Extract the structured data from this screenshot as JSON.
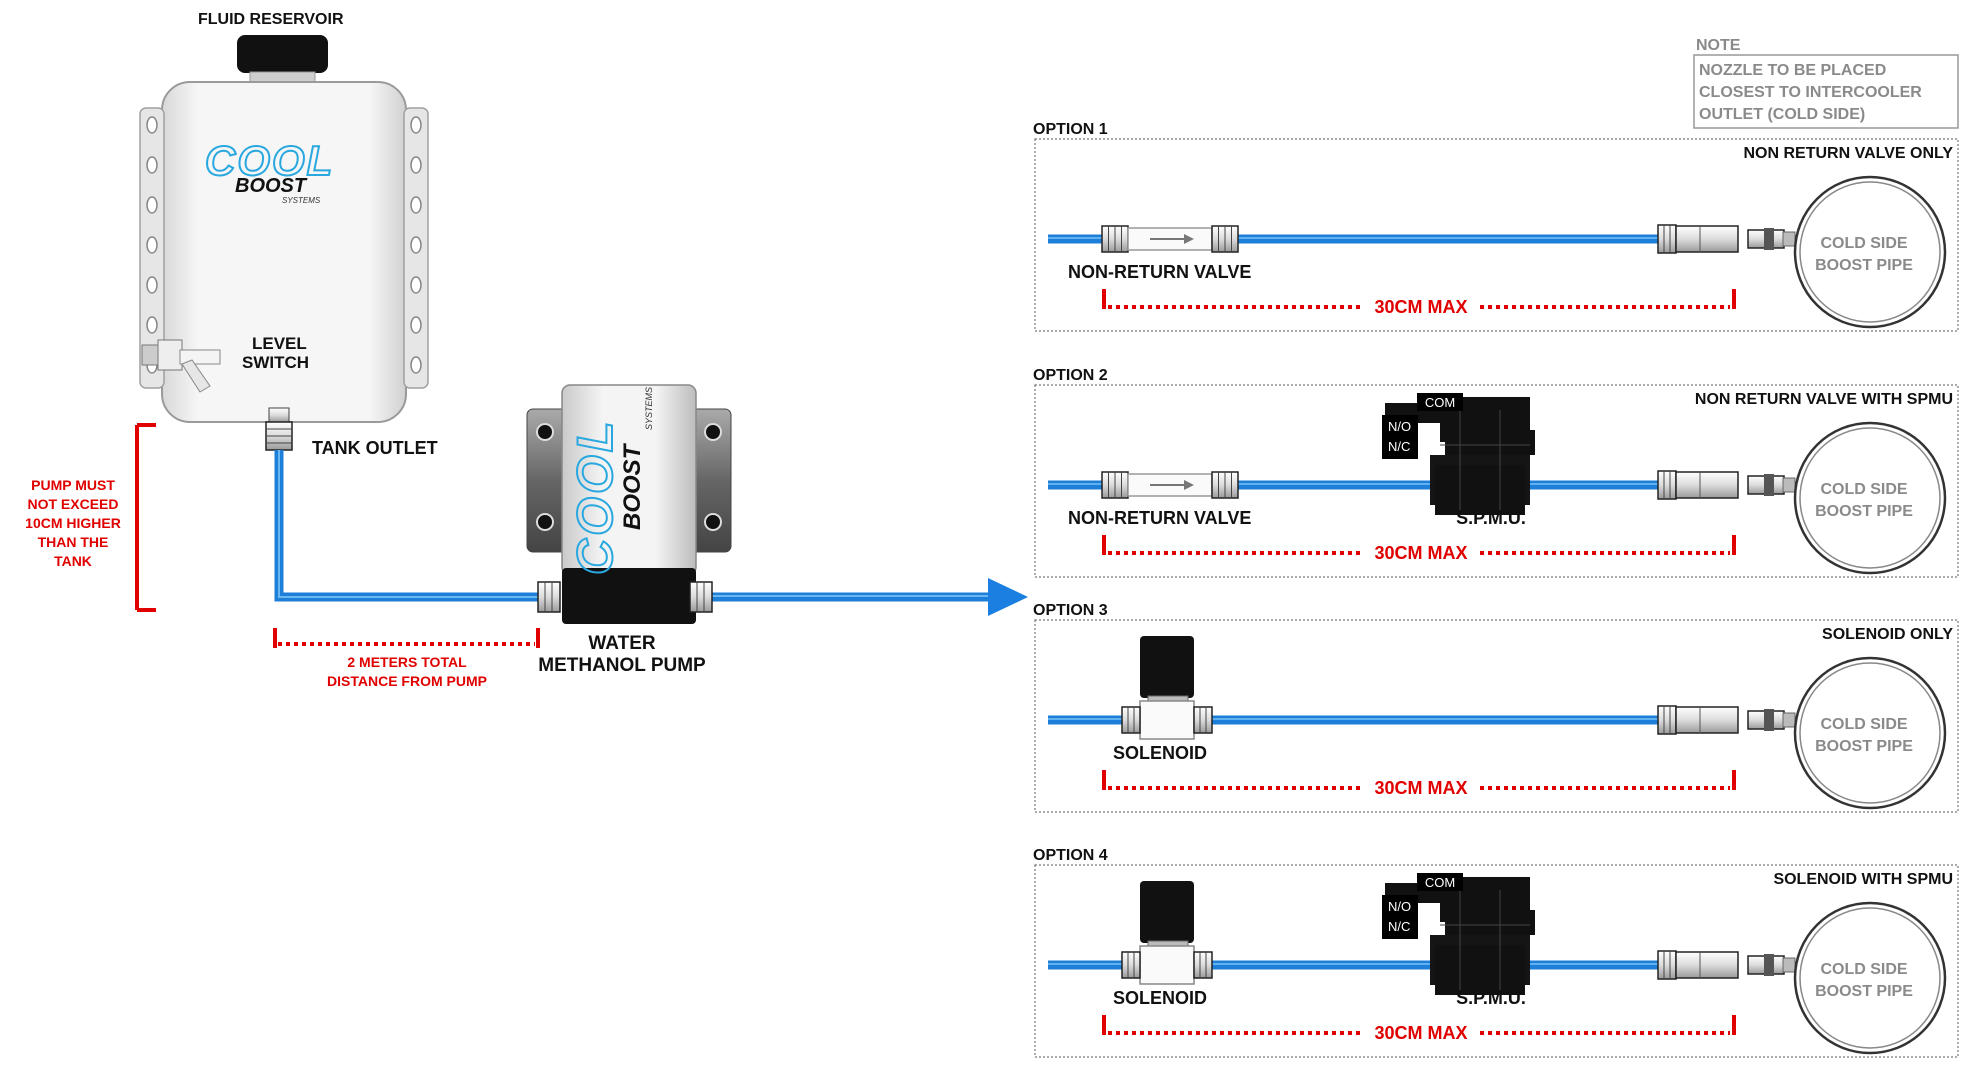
{
  "reservoir": {
    "title": "FLUID RESERVOIR",
    "logo_main": "COOL",
    "logo_sub": "BOOST",
    "logo_small": "SYSTEMS",
    "level_switch_label": [
      "LEVEL",
      "SWITCH"
    ],
    "tank_outlet_label": "TANK OUTLET"
  },
  "pump": {
    "label": [
      "WATER",
      "METHANOL PUMP"
    ],
    "logo_main": "COOL",
    "logo_sub": "BOOST",
    "logo_small": "SYSTEMS"
  },
  "warnings": {
    "height_note": [
      "PUMP MUST",
      "NOT EXCEED",
      "10CM HIGHER",
      "THAN THE",
      "TANK"
    ],
    "distance_note": [
      "2 METERS TOTAL",
      "DISTANCE FROM PUMP"
    ]
  },
  "note": {
    "title": "NOTE",
    "lines": [
      "NOZZLE TO BE PLACED",
      "CLOSEST TO INTERCOOLER",
      "OUTLET (COLD SIDE)"
    ]
  },
  "options": [
    {
      "title": "OPTION 1",
      "subtitle": "NON RETURN VALVE ONLY",
      "component": "valve",
      "component_label": "NON-RETURN VALVE",
      "spmu": false,
      "max_label": "30CM MAX",
      "pipe_label": [
        "COLD SIDE",
        "BOOST PIPE"
      ]
    },
    {
      "title": "OPTION 2",
      "subtitle": "NON RETURN VALVE WITH SPMU",
      "component": "valve",
      "component_label": "NON-RETURN VALVE",
      "spmu": true,
      "spmu_label": "S.P.M.U.",
      "spmu_ports": [
        "COM",
        "N/O",
        "N/C"
      ],
      "max_label": "30CM MAX",
      "pipe_label": [
        "COLD SIDE",
        "BOOST PIPE"
      ]
    },
    {
      "title": "OPTION 3",
      "subtitle": "SOLENOID ONLY",
      "component": "solenoid",
      "component_label": "SOLENOID",
      "spmu": false,
      "max_label": "30CM MAX",
      "pipe_label": [
        "COLD SIDE",
        "BOOST PIPE"
      ]
    },
    {
      "title": "OPTION 4",
      "subtitle": "SOLENOID WITH SPMU",
      "component": "solenoid",
      "component_label": "SOLENOID",
      "spmu": true,
      "spmu_label": "S.P.M.U.",
      "spmu_ports": [
        "COM",
        "N/O",
        "N/C"
      ],
      "max_label": "30CM MAX",
      "pipe_label": [
        "COLD SIDE",
        "BOOST PIPE"
      ]
    }
  ],
  "colors": {
    "line": "#1e7fd8",
    "line_light": "#5fb1f0",
    "arrow": "#1a7fe0",
    "dimension": "#e00000",
    "logo": "#29a8e0",
    "component_dark": "#111111",
    "pipe_text": "#8a8a8a"
  }
}
